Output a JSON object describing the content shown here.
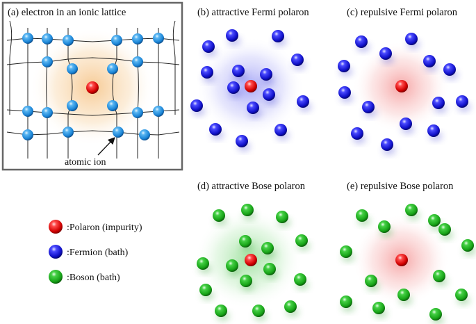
{
  "panels": {
    "a": {
      "title": "(a) electron in an ionic lattice",
      "annotation": "atomic ion"
    },
    "b": {
      "title": "(b) attractive Fermi polaron"
    },
    "c": {
      "title": "(c) repulsive Fermi polaron"
    },
    "d": {
      "title": "(d) attractive Bose polaron"
    },
    "e": {
      "title": "(e) repulsive Bose polaron"
    }
  },
  "legend": [
    {
      "label": ":Polaron (impurity)",
      "color": "#e01010"
    },
    {
      "label": ":Fermion (bath)",
      "color": "#1a1ae0"
    },
    {
      "label": ":Boson (bath)",
      "color": "#22b022"
    }
  ],
  "colors": {
    "polaron": "#e01010",
    "fermion": "#1a1ae0",
    "boson": "#22b022",
    "ion": "#2a8fe0",
    "lattice_glow": "#f6c58a",
    "attractive_glow_fermi": "#9a9af5",
    "attractive_glow_bose": "#8fdc8f",
    "repulsive_glow": "#f59a9a"
  }
}
